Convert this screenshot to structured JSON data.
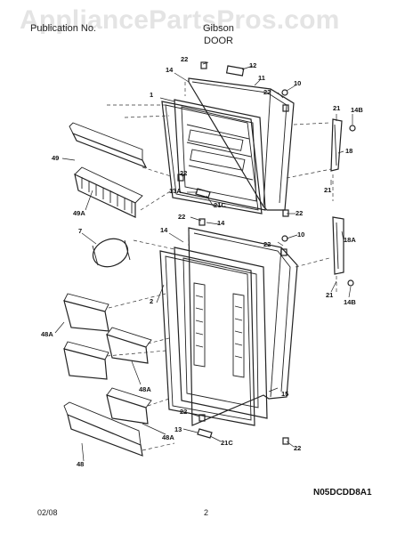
{
  "watermark": "AppliancePartsPros.com",
  "header": {
    "publication": "Publication No.",
    "brand": "Gibson",
    "section": "DOOR"
  },
  "footer": {
    "date": "02/08",
    "page": "2"
  },
  "diagram_code": "N05DCDD8A1",
  "callouts": {
    "c1": "1",
    "c2": "2",
    "c7": "7",
    "c10a": "10",
    "c10b": "10",
    "c11": "11",
    "c12": "12",
    "c13": "13",
    "c13a": "13A",
    "c14a": "14",
    "c14b": "14",
    "c14c": "14",
    "c14ba": "14B",
    "c14bb": "14B",
    "c15": "15",
    "c18": "18",
    "c18a": "18A",
    "c21a": "21",
    "c21b": "21",
    "c21c": "21",
    "c21ca": "21C",
    "c21cb": "21C",
    "c22a": "22",
    "c22b": "22",
    "c22c": "22",
    "c22d": "22",
    "c22e": "22",
    "c22f": "22",
    "c22g": "22",
    "c22h": "22",
    "c48": "48",
    "c48aa": "48A",
    "c48ab": "48A",
    "c48ac": "48A",
    "c49": "49",
    "c49a": "49A"
  }
}
